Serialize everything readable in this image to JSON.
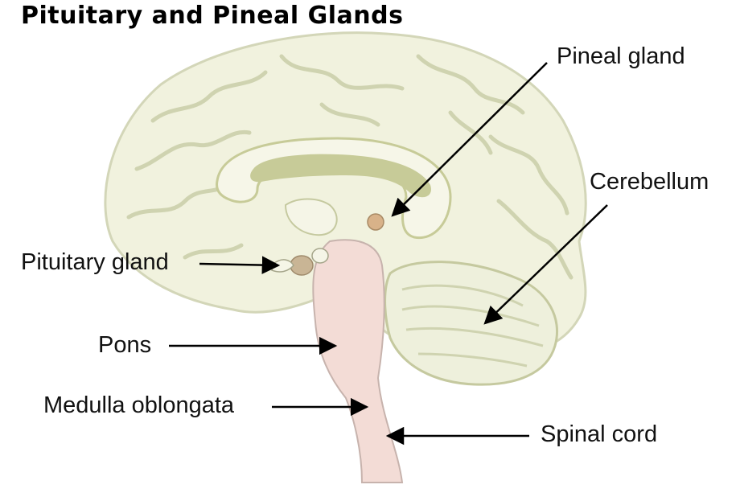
{
  "title": "Pituitary and Pineal Glands",
  "labels": {
    "pineal_gland": "Pineal gland",
    "cerebellum": "Cerebellum",
    "pituitary_gland": "Pituitary gland",
    "pons": "Pons",
    "medulla_oblongata": "Medulla oblongata",
    "spinal_cord": "Spinal cord"
  },
  "colors": {
    "brain_fill": "#f1f2de",
    "brain_outline": "#d3d6b8",
    "gyri_lines": "#cfd3b0",
    "deep_structure": "#c7cb98",
    "brainstem": "#f3dcd6",
    "pineal": "#d8b289",
    "pituitary": "#c9b595",
    "leader_lines": "#000000"
  }
}
